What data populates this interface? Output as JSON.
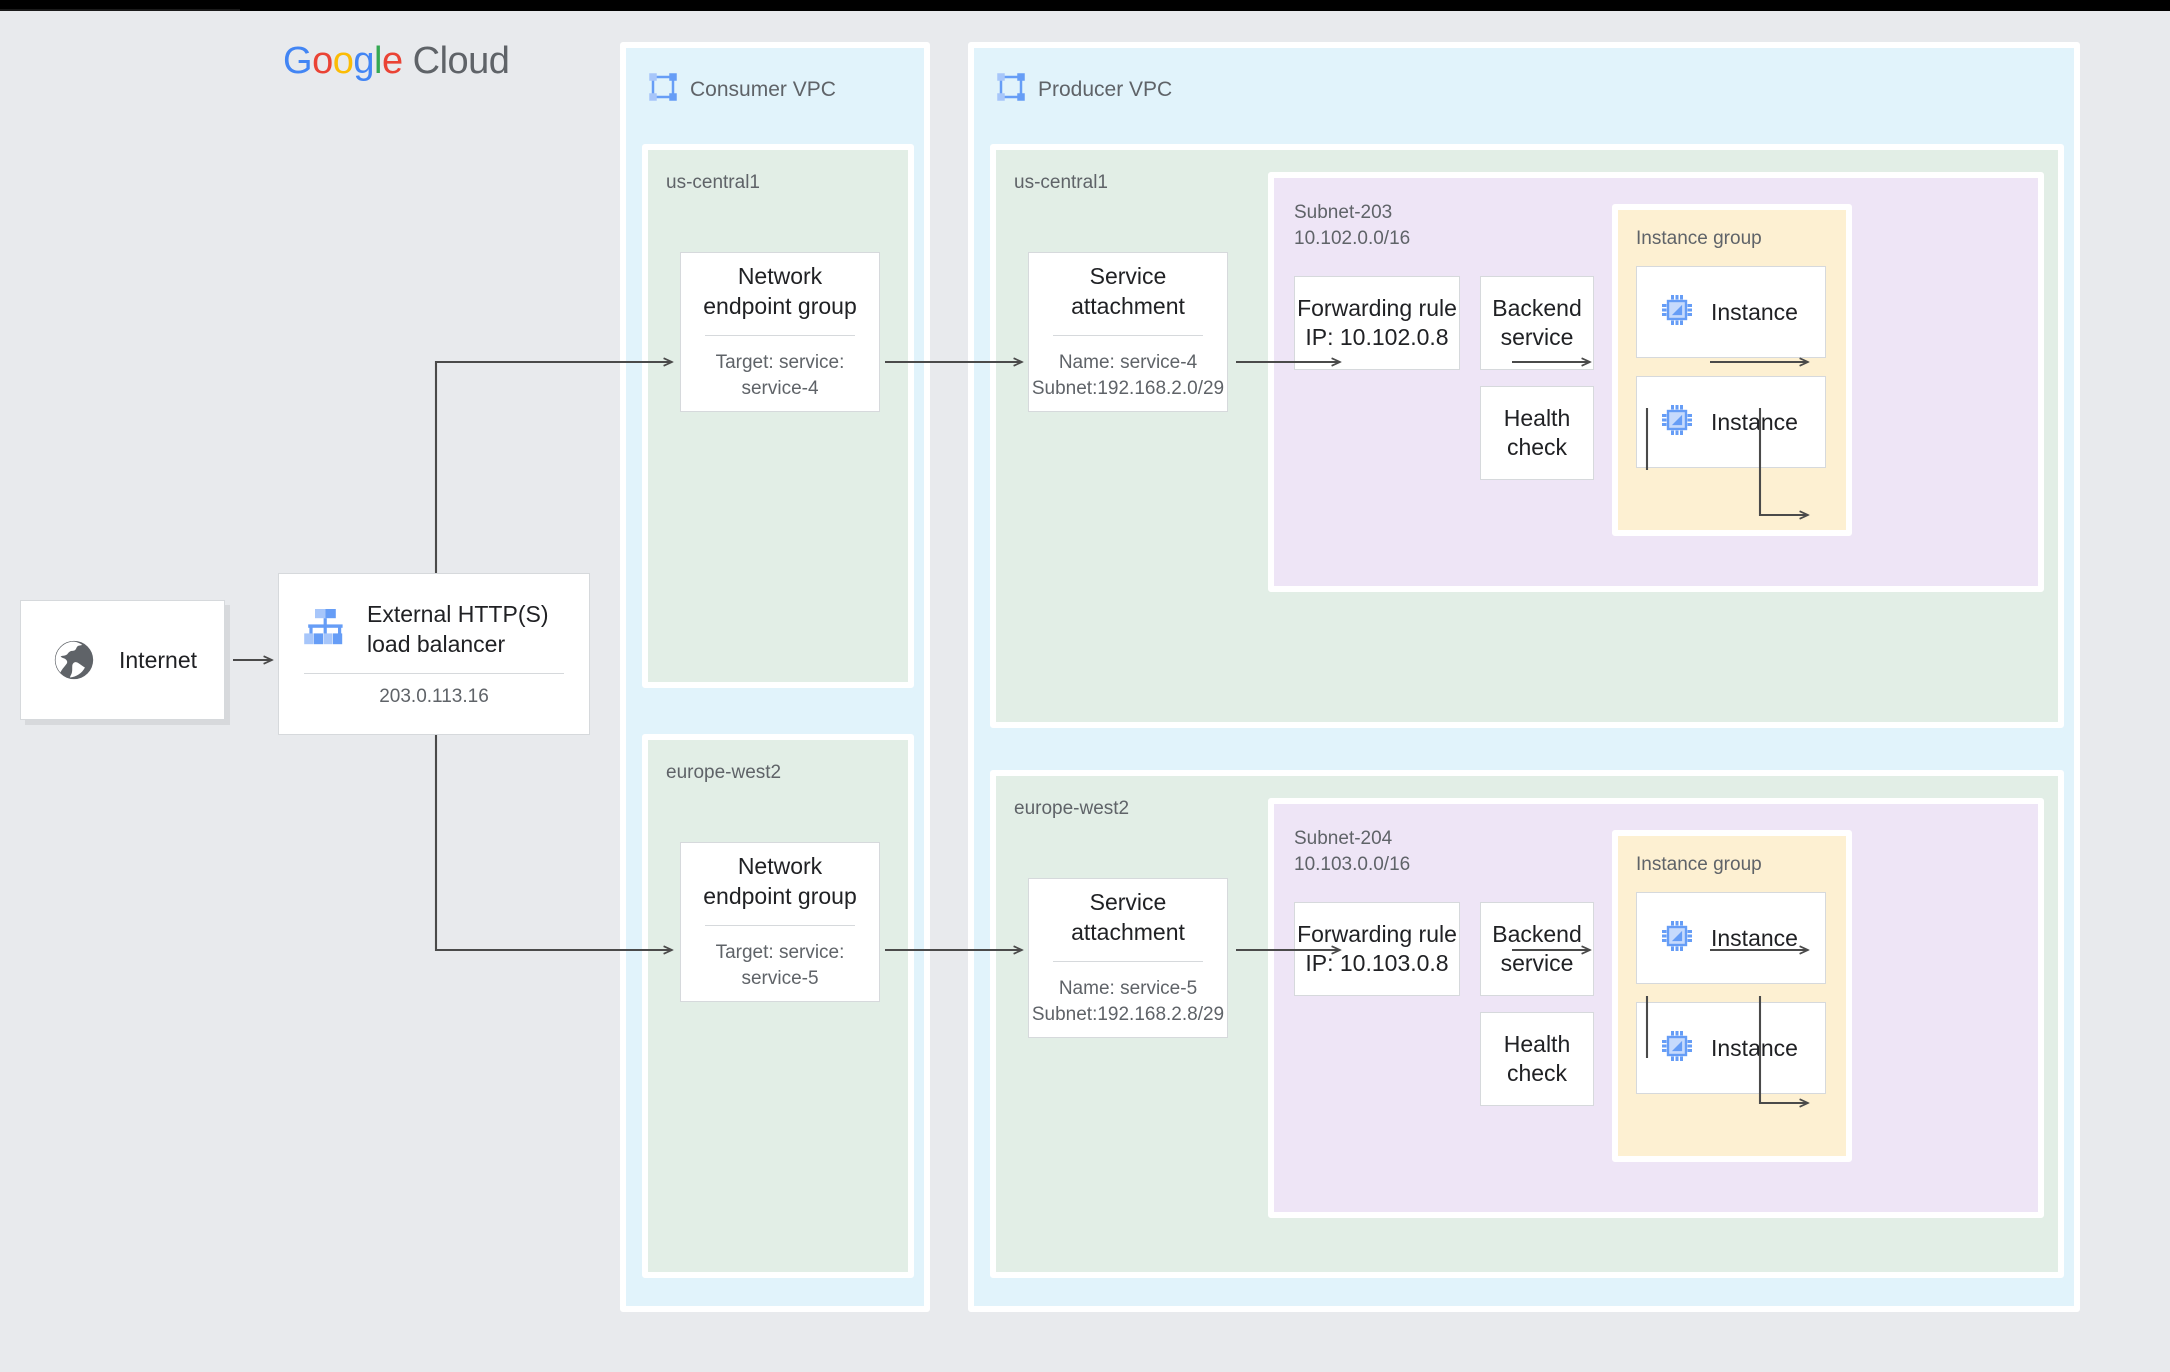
{
  "brand": {
    "logo_g1": "G",
    "logo_o1": "o",
    "logo_o2": "o",
    "logo_g2": "g",
    "logo_l": "l",
    "logo_e": "e",
    "logo_cloud": "Cloud",
    "colors": {
      "blue": "#4285F4",
      "red": "#EA4335",
      "yellow": "#FBBC05",
      "green": "#34A853",
      "gray": "#5F6368"
    }
  },
  "palette": {
    "page_bg": "#e8eaed",
    "vpc_bg": "#e1f3fb",
    "region_bg": "#e2eee6",
    "subnet_bg": "#eee5f6",
    "instance_group_bg": "#fdf0d2",
    "node_bg": "#ffffff",
    "node_border": "#d6d9dc",
    "connector": "#4a4a4a",
    "icon_blue": "#669df6",
    "text_primary": "#202124",
    "text_secondary": "#5f6368"
  },
  "internet": {
    "label": "Internet",
    "icon": "globe-icon"
  },
  "load_balancer": {
    "title": "External HTTP(S)\nload balancer",
    "ip": "203.0.113.16",
    "icon": "load-balancer-icon"
  },
  "consumer_vpc": {
    "title": "Consumer VPC",
    "icon": "vpc-icon",
    "regions": [
      {
        "name": "us-central1",
        "neg": {
          "title": "Network\nendpoint group",
          "sub": "Target: service:\nservice-4"
        }
      },
      {
        "name": "europe-west2",
        "neg": {
          "title": "Network\nendpoint group",
          "sub": "Target: service:\nservice-5"
        }
      }
    ]
  },
  "producer_vpc": {
    "title": "Producer VPC",
    "icon": "vpc-icon",
    "regions": [
      {
        "name": "us-central1",
        "service_attachment": {
          "title": "Service\nattachment",
          "sub": "Name: service-4\nSubnet:192.168.2.0/29"
        },
        "subnet": {
          "label": "Subnet-203\n10.102.0.0/16",
          "forwarding_rule": {
            "title": "Forwarding rule\nIP: 10.102.0.8"
          },
          "backend_service": {
            "title": "Backend\nservice"
          },
          "health_check": {
            "title": "Health\ncheck"
          },
          "instance_group": {
            "label": "Instance group",
            "instances": [
              {
                "label": "Instance",
                "icon": "vm-instance-icon"
              },
              {
                "label": "Instance",
                "icon": "vm-instance-icon"
              }
            ]
          }
        }
      },
      {
        "name": "europe-west2",
        "service_attachment": {
          "title": "Service\nattachment",
          "sub": "Name: service-5\nSubnet:192.168.2.8/29"
        },
        "subnet": {
          "label": "Subnet-204\n10.103.0.0/16",
          "forwarding_rule": {
            "title": "Forwarding rule\nIP: 10.103.0.8"
          },
          "backend_service": {
            "title": "Backend\nservice"
          },
          "health_check": {
            "title": "Health\ncheck"
          },
          "instance_group": {
            "label": "Instance group",
            "instances": [
              {
                "label": "Instance",
                "icon": "vm-instance-icon"
              },
              {
                "label": "Instance",
                "icon": "vm-instance-icon"
              }
            ]
          }
        }
      }
    ]
  }
}
